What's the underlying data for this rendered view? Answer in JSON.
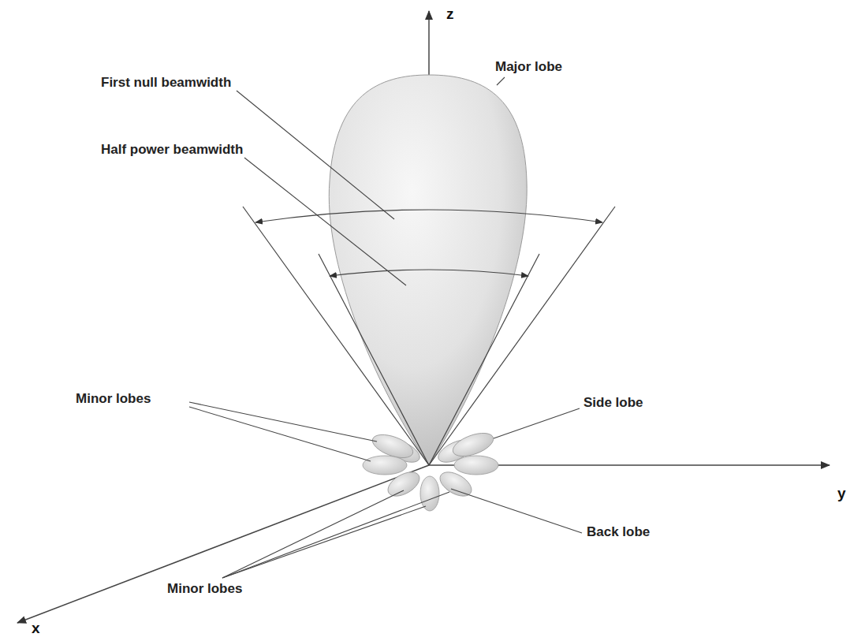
{
  "diagram": {
    "labels": [
      "z",
      "Major lobe",
      "First null beamwidth",
      "Half power beamwidth",
      "Minor lobes",
      "Side lobe",
      "y",
      "Back lobe",
      "Minor lobes",
      "x"
    ]
  }
}
